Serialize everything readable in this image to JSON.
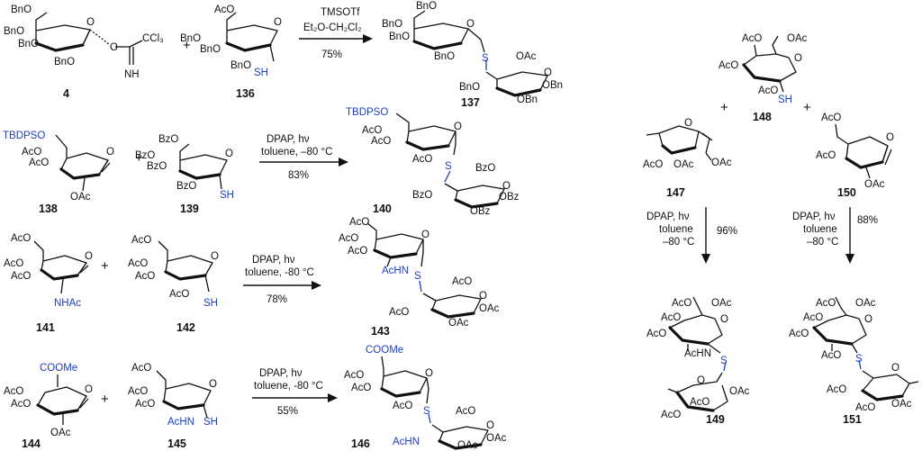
{
  "plus_sign": "+",
  "labels": {
    "bno": "BnO",
    "obn": "OBn",
    "aco": "AcO",
    "oac": "OAc",
    "bzo": "BzO",
    "obz": "OBz",
    "o": "O",
    "s": "S",
    "sh": "SH",
    "nh": "NH",
    "ccl3": "CCl₃",
    "tbdpso": "TBDPSO",
    "nhac": "NHAc",
    "achn": "AcHN",
    "cooMe": "COOMe"
  },
  "compounds": {
    "c4": "4",
    "c136": "136",
    "c137": "137",
    "c138": "138",
    "c139": "139",
    "c140": "140",
    "c141": "141",
    "c142": "142",
    "c143": "143",
    "c144": "144",
    "c145": "145",
    "c146": "146",
    "c147": "147",
    "c148": "148",
    "c149": "149",
    "c150": "150",
    "c151": "151"
  },
  "conditions": {
    "r1": {
      "line1": "TMSOTf",
      "line2": "Et₂O-CH₂Cl₂",
      "yield": "75%"
    },
    "r2": {
      "line1": "DPAP, hν",
      "line2": "toluene, –80 °C",
      "yield": "83%"
    },
    "r3": {
      "line1": "DPAP, hν",
      "line2": "toluene, -80 °C",
      "yield": "78%"
    },
    "r4": {
      "line1": "DPAP, hν",
      "line2": "toluene, -80 °C",
      "yield": "55%"
    },
    "r5": {
      "line1": "DPAP, hν",
      "line2": "toluene",
      "line3": "–80 °C",
      "yield": "96%"
    },
    "r6": {
      "line1": "DPAP, hν",
      "line2": "toluene",
      "line3": "–80 °C",
      "yield": "88%"
    }
  },
  "colors": {
    "highlight": "#1f3fbf",
    "ink": "#111111",
    "background": "#ffffff"
  }
}
